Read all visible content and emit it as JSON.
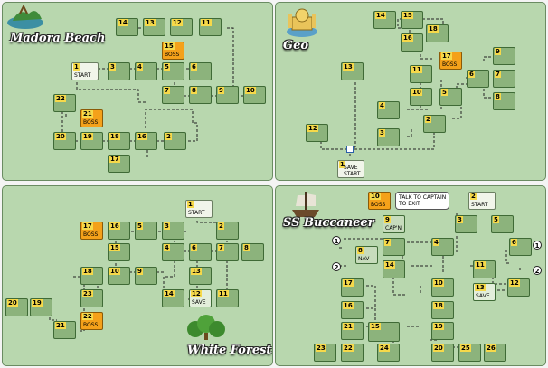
{
  "maps": {
    "madora": {
      "title": "Madora Beach",
      "rooms": [
        {
          "num": "14",
          "label": ""
        },
        {
          "num": "13",
          "label": ""
        },
        {
          "num": "12",
          "label": ""
        },
        {
          "num": "11",
          "label": ""
        },
        {
          "num": "15",
          "label": "BOSS"
        },
        {
          "num": "1",
          "label": "START"
        },
        {
          "num": "3",
          "label": ""
        },
        {
          "num": "4",
          "label": ""
        },
        {
          "num": "5",
          "label": ""
        },
        {
          "num": "6",
          "label": ""
        },
        {
          "num": "7",
          "label": ""
        },
        {
          "num": "8",
          "label": ""
        },
        {
          "num": "9",
          "label": ""
        },
        {
          "num": "10",
          "label": ""
        },
        {
          "num": "22",
          "label": ""
        },
        {
          "num": "21",
          "label": "BOSS"
        },
        {
          "num": "20",
          "label": ""
        },
        {
          "num": "19",
          "label": ""
        },
        {
          "num": "18",
          "label": ""
        },
        {
          "num": "16",
          "label": ""
        },
        {
          "num": "2",
          "label": ""
        },
        {
          "num": "17",
          "label": ""
        }
      ]
    },
    "geo": {
      "title": "Geo",
      "rooms": [
        {
          "num": "14",
          "label": ""
        },
        {
          "num": "15",
          "label": ""
        },
        {
          "num": "18",
          "label": ""
        },
        {
          "num": "16",
          "label": ""
        },
        {
          "num": "17",
          "label": "BOSS"
        },
        {
          "num": "9",
          "label": ""
        },
        {
          "num": "13",
          "label": ""
        },
        {
          "num": "11",
          "label": ""
        },
        {
          "num": "6",
          "label": ""
        },
        {
          "num": "7",
          "label": ""
        },
        {
          "num": "10",
          "label": ""
        },
        {
          "num": "5",
          "label": ""
        },
        {
          "num": "8",
          "label": ""
        },
        {
          "num": "4",
          "label": ""
        },
        {
          "num": "2",
          "label": ""
        },
        {
          "num": "3",
          "label": ""
        },
        {
          "num": "12",
          "label": ""
        },
        {
          "num": "1",
          "label": "SAVE\nSTART"
        }
      ]
    },
    "white_forest": {
      "title": "White Forest",
      "rooms": [
        {
          "num": "1",
          "label": "START"
        },
        {
          "num": "17",
          "label": "BOSS"
        },
        {
          "num": "16",
          "label": ""
        },
        {
          "num": "5",
          "label": ""
        },
        {
          "num": "3",
          "label": ""
        },
        {
          "num": "2",
          "label": ""
        },
        {
          "num": "15",
          "label": ""
        },
        {
          "num": "4",
          "label": ""
        },
        {
          "num": "6",
          "label": ""
        },
        {
          "num": "7",
          "label": ""
        },
        {
          "num": "8",
          "label": ""
        },
        {
          "num": "18",
          "label": ""
        },
        {
          "num": "10",
          "label": ""
        },
        {
          "num": "9",
          "label": ""
        },
        {
          "num": "13",
          "label": ""
        },
        {
          "num": "23",
          "label": ""
        },
        {
          "num": "20",
          "label": ""
        },
        {
          "num": "19",
          "label": ""
        },
        {
          "num": "14",
          "label": ""
        },
        {
          "num": "12",
          "label": "SAVE"
        },
        {
          "num": "11",
          "label": ""
        },
        {
          "num": "22",
          "label": "BOSS"
        },
        {
          "num": "21",
          "label": ""
        }
      ]
    },
    "buccaneer": {
      "title": "SS Buccaneer",
      "bubble": "TALK TO CAPTAIN\nTO EXIT",
      "markers": [
        "1",
        "2",
        "1",
        "2"
      ],
      "rooms": [
        {
          "num": "10",
          "label": "BOSS"
        },
        {
          "num": "9",
          "label": "CAP'N"
        },
        {
          "num": "2",
          "label": "START"
        },
        {
          "num": "3",
          "label": ""
        },
        {
          "num": "5",
          "label": ""
        },
        {
          "num": "7",
          "label": ""
        },
        {
          "num": "4",
          "label": ""
        },
        {
          "num": "6",
          "label": ""
        },
        {
          "num": "8",
          "label": "NAV"
        },
        {
          "num": "14",
          "label": ""
        },
        {
          "num": "11",
          "label": ""
        },
        {
          "num": "17",
          "label": ""
        },
        {
          "num": "10",
          "label": ""
        },
        {
          "num": "13",
          "label": "SAVE"
        },
        {
          "num": "12",
          "label": ""
        },
        {
          "num": "16",
          "label": ""
        },
        {
          "num": "18",
          "label": ""
        },
        {
          "num": "21",
          "label": ""
        },
        {
          "num": "15",
          "label": ""
        },
        {
          "num": "19",
          "label": ""
        },
        {
          "num": "23",
          "label": ""
        },
        {
          "num": "22",
          "label": ""
        },
        {
          "num": "24",
          "label": ""
        },
        {
          "num": "20",
          "label": ""
        },
        {
          "num": "25",
          "label": ""
        },
        {
          "num": "26",
          "label": ""
        }
      ]
    }
  },
  "colors": {
    "room": "#8cb37c",
    "boss": "#f4a11a",
    "start": "#f1f5ea",
    "panel": "#b8d7ae"
  }
}
